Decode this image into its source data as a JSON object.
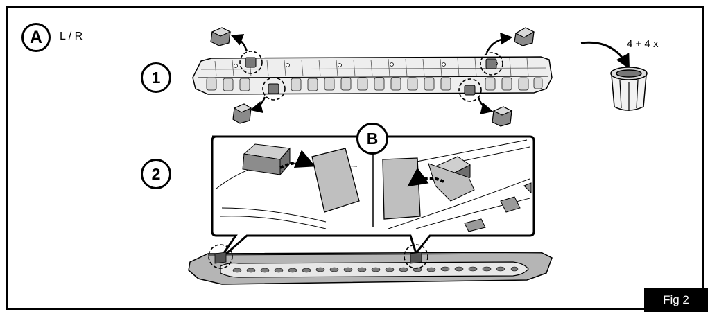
{
  "header": {
    "step_label": "A",
    "side_text": "L / R"
  },
  "steps": [
    {
      "number": "1"
    },
    {
      "number": "2"
    }
  ],
  "detail": {
    "label": "B"
  },
  "disposal": {
    "quantity_text": "4 + 4 x",
    "icon": "trash-bin-icon"
  },
  "figure": {
    "label": "Fig 2"
  },
  "colors": {
    "line": "#000000",
    "part_fill": "#e6e6e6",
    "clip_fill": "#8a8a8a",
    "tape_fill": "#bfbfbf"
  }
}
